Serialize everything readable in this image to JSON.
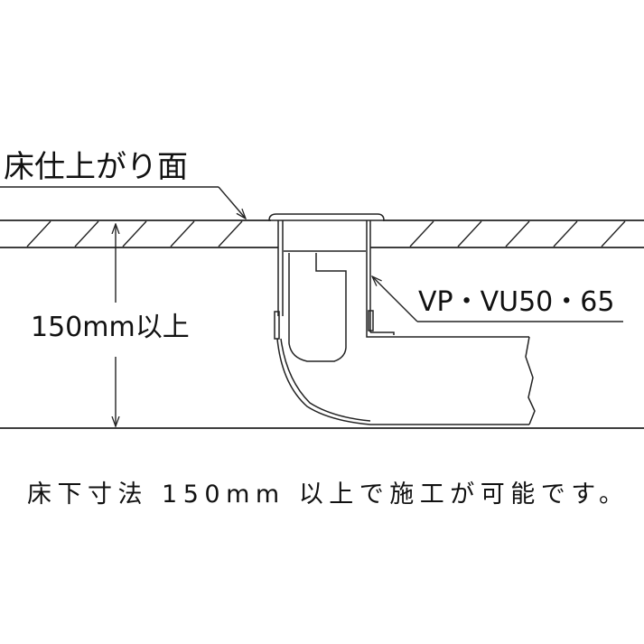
{
  "labels": {
    "floor_finish": "床仕上がり面",
    "pipe_spec": "VP・VU50・65",
    "dimension": "150mm以上",
    "caption": "床下寸法 150mm 以上で施工が可能です。"
  },
  "colors": {
    "line": "#222222",
    "background": "#ffffff"
  }
}
